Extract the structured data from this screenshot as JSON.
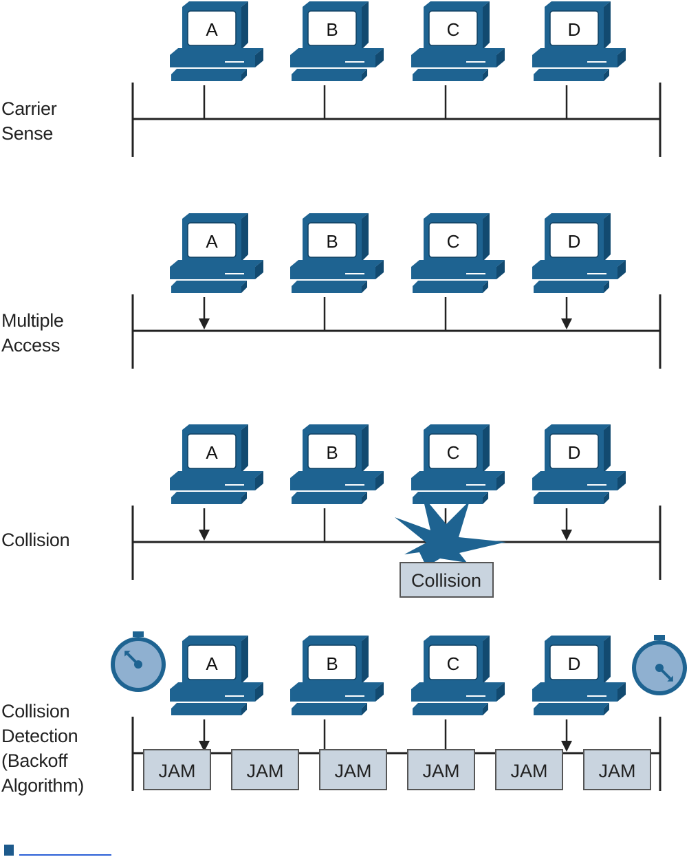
{
  "stations": [
    "A",
    "B",
    "C",
    "D"
  ],
  "panels": [
    {
      "label": [
        "Carrier",
        "Sense"
      ],
      "arrows": []
    },
    {
      "label": [
        "Multiple",
        "Access"
      ],
      "arrows": [
        "A",
        "D"
      ]
    },
    {
      "label": [
        "Collision"
      ],
      "arrows": [
        "A",
        "D"
      ],
      "collision_label": "Collision"
    },
    {
      "label": [
        "Collision",
        "Detection",
        "(Backoff",
        "Algorithm)"
      ],
      "arrows": [
        "A",
        "D"
      ],
      "jam_label": "JAM",
      "jam_count": 6,
      "timers": [
        "left",
        "right"
      ]
    }
  ],
  "colors": {
    "device": "#1e6391",
    "device_dark": "#124a70",
    "bus": "#222222",
    "box_fill": "#c9d4df",
    "box_stroke": "#555555",
    "timer_fill": "#8fb0d0"
  }
}
